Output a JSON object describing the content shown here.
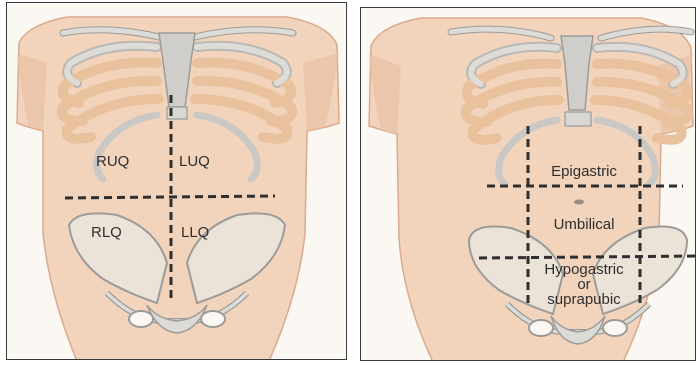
{
  "colors": {
    "skin": "#f2d4bd",
    "skin_edge": "#d9aa8c",
    "bone": "#d8d7d3",
    "bone_edge": "#9c9b97",
    "rib_shadow": "#e8c7a6",
    "dash": "#2f2f2f",
    "text": "#2e2e2e",
    "panel_bg": "#fbf7f2"
  },
  "left_panel": {
    "labels": {
      "ruq": "RUQ",
      "luq": "LUQ",
      "rlq": "RLQ",
      "llq": "LLQ"
    }
  },
  "right_panel": {
    "labels": {
      "epigastric": "Epigastric",
      "umbilical": "Umbilical",
      "hypogastric_line1": "Hypogastric",
      "hypogastric_line2": "or",
      "hypogastric_line3": "suprapubic"
    }
  }
}
